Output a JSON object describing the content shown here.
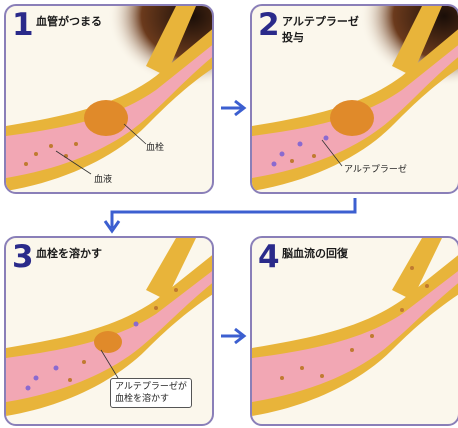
{
  "steps": [
    {
      "number": "1",
      "title": "血管がつまる",
      "title2": ""
    },
    {
      "number": "2",
      "title": "アルテプラーゼ",
      "title2": "投与"
    },
    {
      "number": "3",
      "title": "血栓を溶かす",
      "title2": ""
    },
    {
      "number": "4",
      "title": "脳血流の回復",
      "title2": ""
    }
  ],
  "labels": {
    "clot": "血栓",
    "blood": "血液",
    "alteplase": "アルテプラーゼ",
    "dissolve_line1": "アルテプラーゼが",
    "dissolve_line2": "血栓を溶かす"
  },
  "colors": {
    "panel_border": "#8a7fb8",
    "vessel_wall": "#e8b43a",
    "blood": "#f2a7b4",
    "clot": "#e08a2a",
    "arrow": "#3c5fd0"
  }
}
